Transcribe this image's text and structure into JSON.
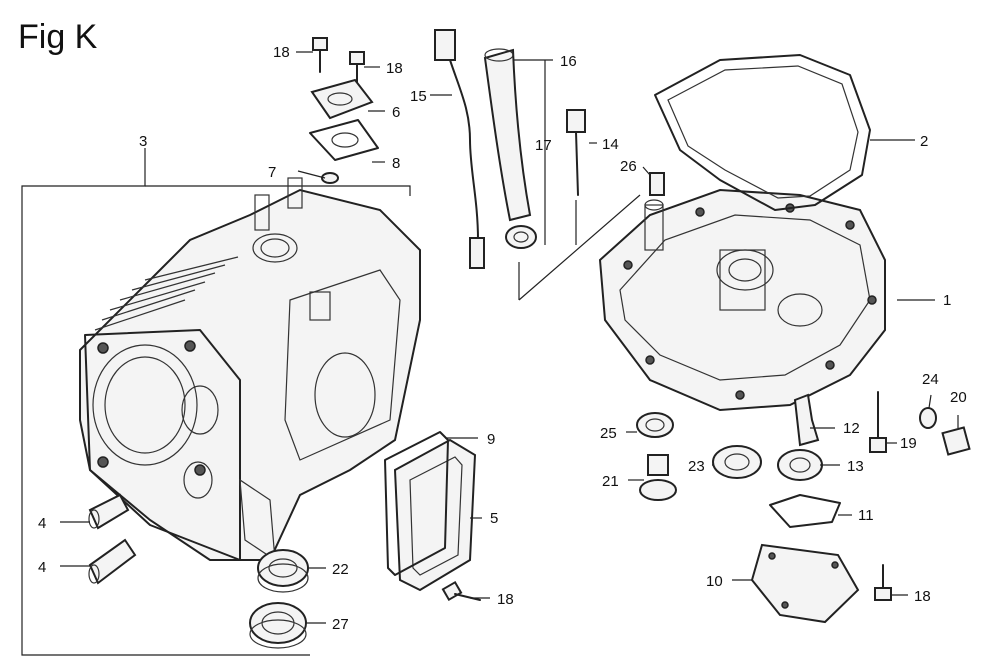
{
  "figure": {
    "title": "Fig K"
  },
  "callouts": {
    "c1": "1",
    "c2": "2",
    "c3": "3",
    "c4a": "4",
    "c4b": "4",
    "c5": "5",
    "c6": "6",
    "c7": "7",
    "c8": "8",
    "c9": "9",
    "c10": "10",
    "c11": "11",
    "c12": "12",
    "c13": "13",
    "c14": "14",
    "c15": "15",
    "c16": "16",
    "c17": "17",
    "c18a": "18",
    "c18b": "18",
    "c18c": "18",
    "c18d": "18",
    "c19": "19",
    "c20": "20",
    "c21": "21",
    "c22": "22",
    "c23": "23",
    "c24": "24",
    "c25": "25",
    "c26": "26",
    "c27": "27"
  }
}
